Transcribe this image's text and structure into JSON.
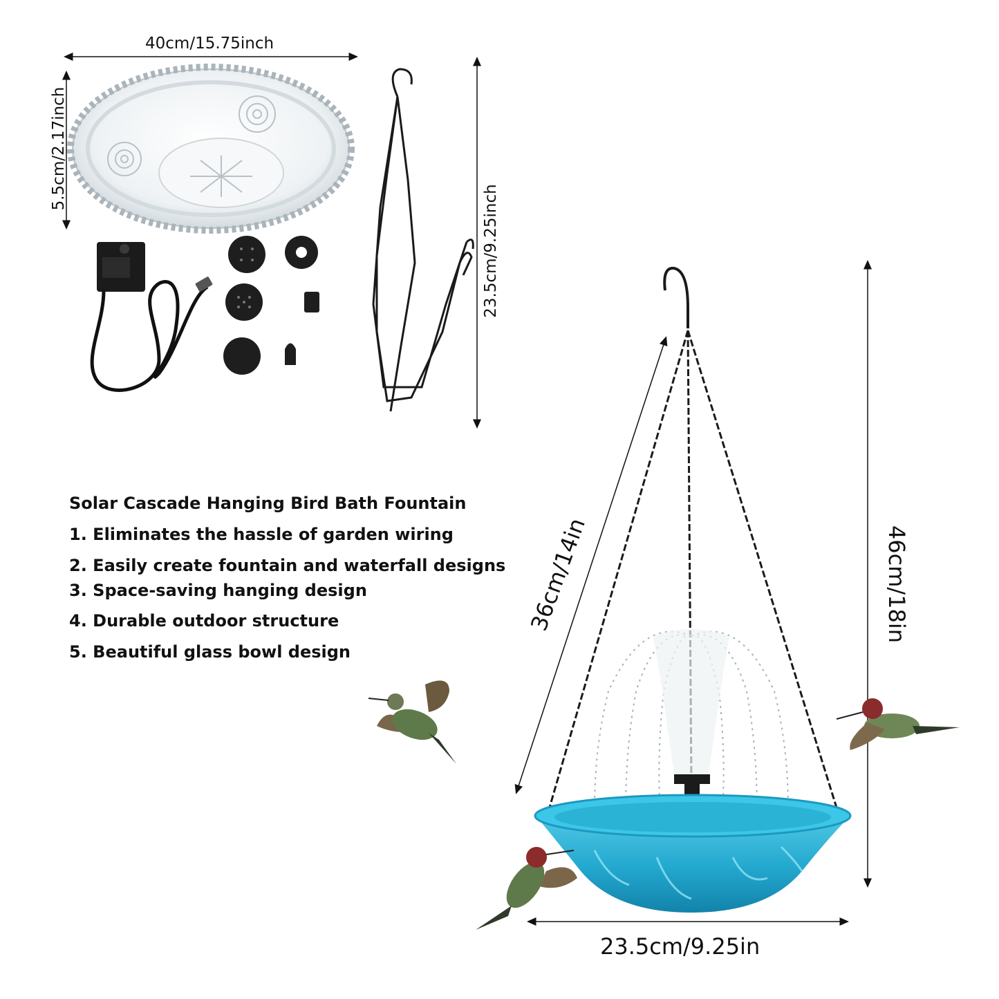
{
  "product": {
    "title": "Solar Cascade Hanging Bird Bath Fountain",
    "features": [
      "1. Eliminates the hassle of garden wiring",
      "2. Easily create fountain and waterfall designs",
      "3. Space-saving hanging design",
      "4. Durable outdoor structure",
      "5. Beautiful glass bowl design"
    ]
  },
  "dimensions": {
    "bowl_width": "40cm/15.75inch",
    "bowl_height": "5.5cm/2.17inch",
    "chain_length": "23.5cm/9.25inch",
    "assembled_chain": "36cm/14in",
    "assembled_height": "46cm/18in",
    "assembled_width": "23.5cm/9.25in"
  },
  "colors": {
    "water_blue": "#2bb3d6",
    "chain_black": "#1a1a1a",
    "glass_clear": "#e6ecef"
  }
}
